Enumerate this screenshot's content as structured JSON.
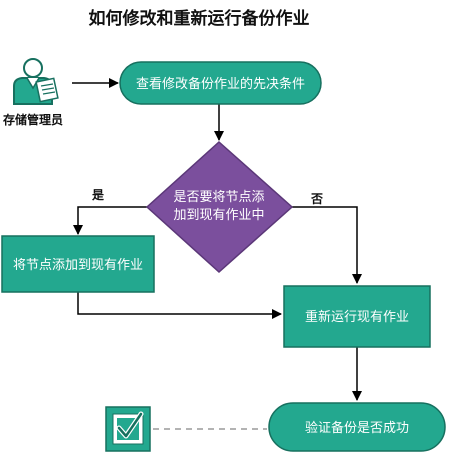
{
  "title": "如何修改和重新运行备份作业",
  "role": {
    "label": "存储管理员",
    "icon": "storage-admin-icon"
  },
  "nodes": {
    "check_prereq": "查看修改备份作业的先决条件",
    "decision_line1": "是否要将节点添",
    "decision_line2": "加到现有作业中",
    "add_node": "将节点添加到现有作业",
    "rerun": "重新运行现有作业",
    "verify": "验证备份是否成功"
  },
  "edges": {
    "yes": "是",
    "no": "否"
  },
  "end_icon": "checkbox-checked-icon",
  "colors": {
    "node_fill": "#23a88f",
    "node_stroke": "#17705f",
    "decision_fill": "#7b4f9d",
    "decision_stroke": "#5b3778",
    "line": "#000000",
    "dashed_line": "#9a9a9a"
  }
}
